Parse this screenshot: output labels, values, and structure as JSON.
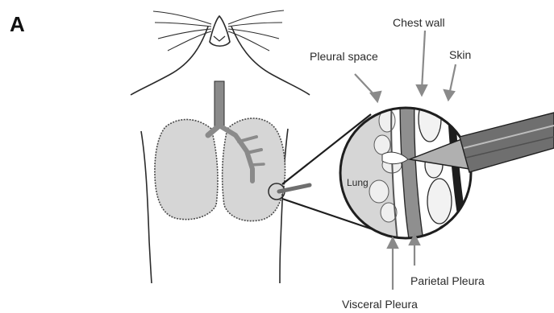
{
  "figure": {
    "panel_letter": "A",
    "labels": {
      "chest_wall": "Chest wall",
      "pleural_space": "Pleural space",
      "skin": "Skin",
      "lung": "Lung",
      "parietal_pleura": "Parietal Pleura",
      "visceral_pleura": "Visceral Pleura"
    }
  },
  "colors": {
    "outline": "#2b2b2b",
    "lung_fill": "#d6d6d6",
    "airway": "#8a8a8a",
    "chest_wall": "#8f8f8f",
    "skin": "#1e1e1e",
    "needle": "#6f6f6f",
    "pale_cell": "#efefef"
  }
}
